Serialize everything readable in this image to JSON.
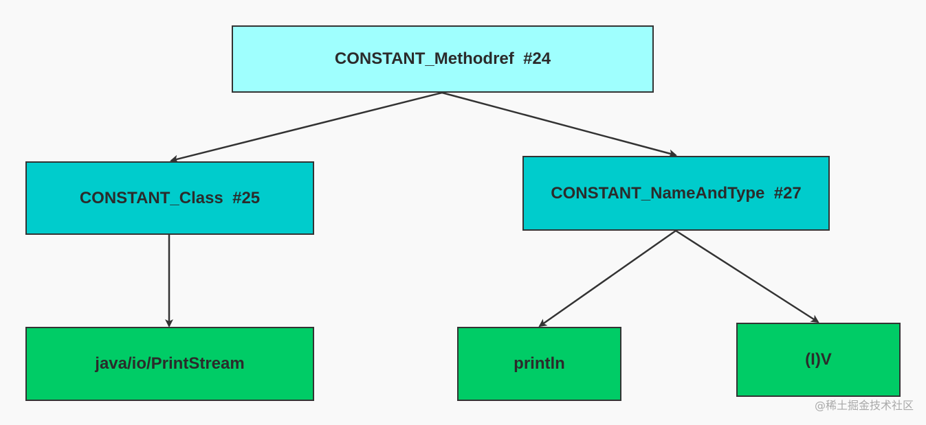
{
  "diagram": {
    "nodes": {
      "methodref": {
        "label": "CONSTANT_Methodref  #24",
        "color": "#9ffffe"
      },
      "class": {
        "label": "CONSTANT_Class  #25",
        "color": "#00cccc"
      },
      "nameandtype": {
        "label": "CONSTANT_NameAndType  #27",
        "color": "#00cccc"
      },
      "printstream": {
        "label": "java/io/PrintStream",
        "color": "#00cc66"
      },
      "println": {
        "label": "println",
        "color": "#00cc66"
      },
      "descriptor": {
        "label": "(I)V",
        "color": "#00cc66"
      }
    },
    "edges": [
      {
        "from": "methodref",
        "to": "class"
      },
      {
        "from": "methodref",
        "to": "nameandtype"
      },
      {
        "from": "class",
        "to": "printstream"
      },
      {
        "from": "nameandtype",
        "to": "println"
      },
      {
        "from": "nameandtype",
        "to": "descriptor"
      }
    ],
    "edge_color": "#333333"
  },
  "watermark": "@稀土掘金技术社区"
}
